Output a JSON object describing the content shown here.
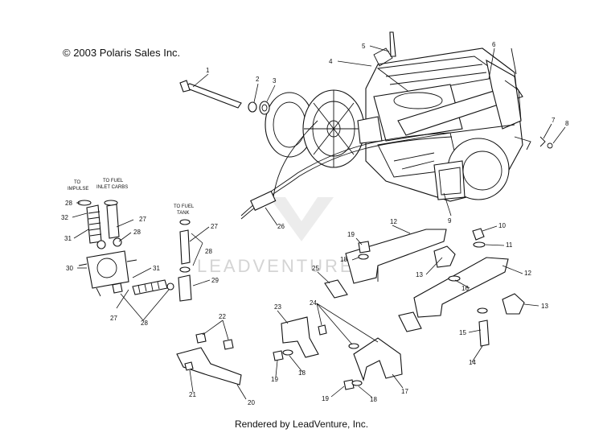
{
  "copyright": "© 2003 Polaris Sales Inc.",
  "footer": "Rendered by LeadVenture, Inc.",
  "watermark": "LEADVENTURE",
  "notes": {
    "to_impulse": [
      "TO",
      "IMPULSE"
    ],
    "to_fuel_inlet": [
      "TO FUEL",
      "INLET CARBS"
    ],
    "to_fuel_tank": [
      "TO FUEL",
      "TANK"
    ]
  },
  "callouts": [
    "1",
    "2",
    "3",
    "4",
    "5",
    "6",
    "7",
    "8",
    "9",
    "10",
    "11",
    "12",
    "12",
    "13",
    "13",
    "14",
    "15",
    "16",
    "17",
    "18",
    "18",
    "18",
    "19",
    "19",
    "19",
    "20",
    "21",
    "22",
    "23",
    "24",
    "25",
    "26",
    "27",
    "27",
    "27",
    "28",
    "28",
    "28",
    "28",
    "29",
    "30",
    "31",
    "31",
    "32"
  ]
}
